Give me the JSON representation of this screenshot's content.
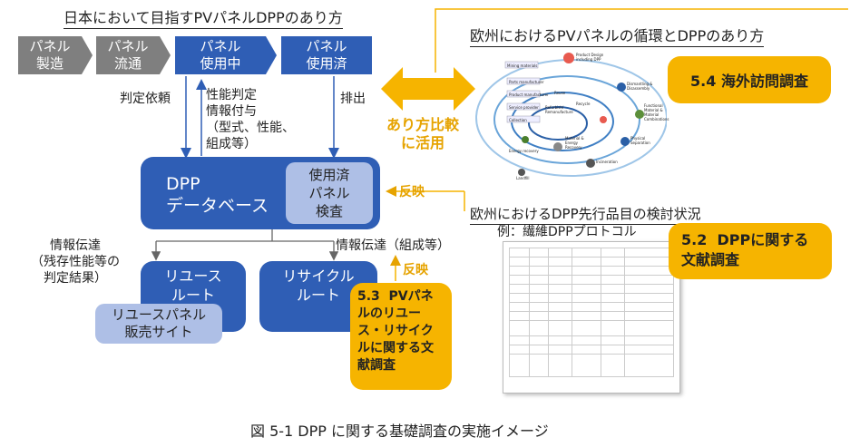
{
  "left_title": "日本において目指すPVパネルDPPのあり方",
  "right_title": "欧州におけるPVパネルの循環とDPPのあり方",
  "flow": {
    "panel_manufacture": "パネル\n製造",
    "panel_distribution": "パネル\n流通",
    "panel_in_use": "パネル\n使用中",
    "panel_used": "パネル\n使用済"
  },
  "labels": {
    "judgment_request": "判定依頼",
    "performance_judgment": "性能判定\n情報付与\n（型式、性能、\n組成等）",
    "discharge": "排出",
    "info_transfer_left": "情報伝達\n（残存性能等の\n判定結果）",
    "info_transfer_right": "情報伝達（組成等）"
  },
  "database": {
    "title": "DPP\nデータベース",
    "inspection": "使用済\nパネル\n検査"
  },
  "routes": {
    "reuse": "リユース\nルート",
    "recycle": "リサイクル\nルート",
    "reuse_sales": "リユースパネル\n販売サイト"
  },
  "center": {
    "compare": "あり方比較\nに活用",
    "reflect_top": "反映",
    "reflect_bottom": "反映"
  },
  "callouts": {
    "c54": "5.4  海外訪問調査",
    "c52": "5.2  DPPに関する\n文献調査",
    "c53": "5.3  PVパネ\nルのリユー\nス・リサイク\nルに関する文\n献調査"
  },
  "eu_items": {
    "title": "欧州におけるDPP先行品目の検討状況",
    "subtitle": "例：繊維DPPプロトコル"
  },
  "circular_diagram_labels": {
    "product_design": "Product Design\nincluding DPP",
    "dismantling": "Dismantling &\nDisassembly",
    "functional": "Functional\nMaterial &\nMaterial\nCombinations",
    "physical": "Physical\nSeparation",
    "material_energy": "Material &\nEnergy\nRecovery",
    "incineration": "Incineration",
    "landfill": "Landfill",
    "recycle": "Recycle",
    "refurbish": "Refurbish/\nRemanufacture",
    "reuse": "Reuse",
    "mining": "Mining materials",
    "parts": "Parts manufacturer",
    "product": "Product manufacturer",
    "service": "Service provider",
    "collection": "Collection",
    "energy": "Energy recovery"
  },
  "caption": "図  5-1  DPP に関する基礎調査の実施イメージ",
  "colors": {
    "blue": "#2f5eb5",
    "light_blue": "#aebfe6",
    "gray": "#7f7f7f",
    "orange": "#f6b400"
  }
}
